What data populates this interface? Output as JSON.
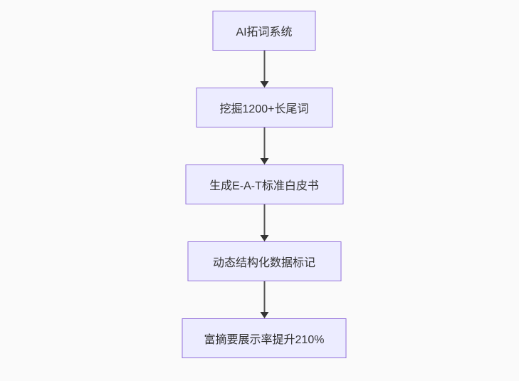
{
  "diagram": {
    "type": "flowchart",
    "direction": "top-down",
    "nodes": [
      {
        "id": "node-1",
        "label": "AI拓词系统"
      },
      {
        "id": "node-2",
        "label": "挖掘1200+长尾词"
      },
      {
        "id": "node-3",
        "label": "生成E-A-T标准白皮书"
      },
      {
        "id": "node-4",
        "label": "动态结构化数据标记"
      },
      {
        "id": "node-5",
        "label": "富摘要展示率提升210%"
      }
    ],
    "edges": [
      {
        "from": "node-1",
        "to": "node-2",
        "style": "arrow-down"
      },
      {
        "from": "node-2",
        "to": "node-3",
        "style": "arrow-down"
      },
      {
        "from": "node-3",
        "to": "node-4",
        "style": "arrow-down"
      },
      {
        "from": "node-4",
        "to": "node-5",
        "style": "arrow-down"
      }
    ],
    "colors": {
      "background": "#fafafa",
      "node_fill": "#ececff",
      "node_border": "#9370db",
      "text": "#333333",
      "arrow": "#333333"
    }
  }
}
